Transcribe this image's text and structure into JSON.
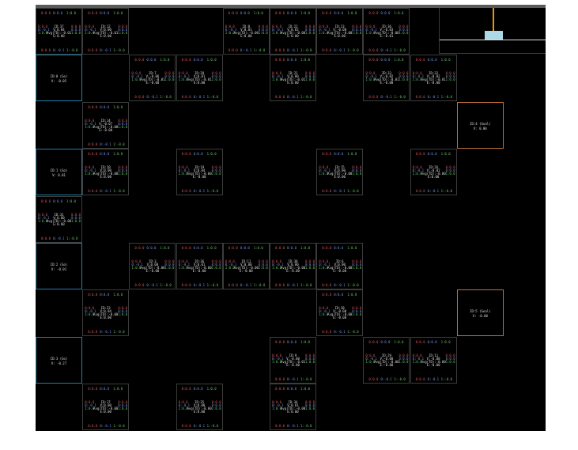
{
  "colors": {
    "q_left": "#d05555",
    "q_mid": "#6f8fe0",
    "q_right": "#66c066",
    "go_border": "#1f7fa8",
    "goal_border": "#c0703a",
    "pole": "#e8960a",
    "cart": "#add8e6"
  },
  "q_default": [
    "0:0.0",
    "0:0.0",
    "1:0.0",
    "0:0.0",
    "0:-0.1",
    "1:0.0",
    "0:0.0",
    "0:0.0",
    "1:0.0",
    "0:0.0",
    "0:-0.1",
    "1:-0.0"
  ],
  "grid": [
    [
      {
        "id": "ID:37",
        "v": "V:0.04",
        "td": "Avg(TD):-0.01",
        "e": "E:0.00"
      },
      {
        "id": "ID:12",
        "v": "V:0.00",
        "td": "Avg(TD):-0.01",
        "e": "E:0.00"
      },
      null,
      null,
      {
        "id": "ID:8",
        "v": "V:0.01",
        "td": "Avg(TD):-0.00",
        "e": "E:0.00"
      },
      {
        "id": "ID:22",
        "v": "V:0.02",
        "td": "Avg(TD):-0.00",
        "e": "E:0.00"
      },
      {
        "id": "ID:23",
        "v": "V:-0.00",
        "td": "Avg(TD):-0.00",
        "e": "E:0.00"
      },
      {
        "id": "ID:36",
        "v": "V:-0.03",
        "td": "Avg(TD):-0.00",
        "e": "E:-0.01"
      },
      null,
      null
    ],
    [
      {
        "special": "go",
        "label": "ID:0 (Go)",
        "v": "V: -0.05"
      },
      null,
      {
        "id": "ID:7",
        "v": "V:-0.06",
        "td": "Avg(TD):-0.01",
        "e": "E:-0.00"
      },
      {
        "id": "ID:28",
        "v": "V:0.01",
        "td": "Avg(TD):-0.01",
        "e": "E:0.00"
      },
      null,
      {
        "id": "ID:21",
        "v": "V:0.00",
        "td": "Avg(TD):-0.01",
        "e": "E:0.00"
      },
      null,
      {
        "id": "ID:33",
        "v": "V:-0.02",
        "td": "Avg(TD):-0.01",
        "e": "E:-0.00"
      },
      {
        "id": "ID:32",
        "v": "V:-0.02",
        "td": "Avg(TD):-0.01",
        "e": "E:-0.00"
      },
      null
    ],
    [
      null,
      {
        "id": "ID:14",
        "v": "V:-0.07",
        "td": "Avg(TD):-0.00",
        "e": "E:-0.00"
      },
      null,
      null,
      null,
      null,
      null,
      null,
      null,
      {
        "special": "goal",
        "label": "ID:4 (Goal)",
        "v": "V: 0.00"
      }
    ],
    [
      {
        "special": "go",
        "label": "ID:1 (Go)",
        "v": "V: 0.01"
      },
      {
        "id": "ID:20",
        "v": "V:0.00",
        "td": "Avg(TD):-0.00",
        "e": "E:0.00"
      },
      null,
      {
        "id": "ID:19",
        "v": "V:0.04",
        "td": "Avg(TD):-0.00",
        "e": "E:-0.00"
      },
      null,
      null,
      {
        "id": "ID:15",
        "v": "V:0.00",
        "td": "Avg(TD):-0.00",
        "e": "E:0.00"
      },
      null,
      {
        "id": "ID:26",
        "v": "V:-0.02",
        "td": "Avg(TD):-0.00",
        "e": "E:0.00"
      },
      null
    ],
    [
      {
        "id": "ID:31",
        "v": "V:0.00",
        "td": "Avg(TD):-0.00",
        "e": "E:0.00"
      },
      null,
      null,
      null,
      null,
      null,
      null,
      null,
      null,
      null
    ],
    [
      {
        "special": "go",
        "label": "ID:2 (Go)",
        "v": "V: -0.01"
      },
      null,
      {
        "id": "ID:3",
        "v": "V:0.00",
        "td": "Avg(TD):-0.00",
        "e": "E:-0.00"
      },
      {
        "id": "ID:36",
        "v": "V:0.01",
        "td": "Avg(TD):-0.00",
        "e": "E:-0.00"
      },
      {
        "id": "ID:11",
        "v": "V:0.00",
        "td": "Avg(TD):-0.00",
        "e": "E:-0.00"
      },
      {
        "id": "ID:30",
        "v": "V:0.00",
        "td": "Avg(TD):-0.00",
        "e": "E:-0.00"
      },
      {
        "id": "ID:6",
        "v": "V:0.00",
        "td": "Avg(TD):-0.00",
        "e": "E:-0.00"
      },
      null,
      null,
      null
    ],
    [
      null,
      {
        "id": "ID:23",
        "v": "V:0.04",
        "td": "Avg(TD):-0.00",
        "e": "E:0.00"
      },
      null,
      null,
      null,
      null,
      {
        "id": "ID:38",
        "v": "V:-0.00",
        "td": "Avg(TD):-0.00",
        "e": "E:-0.00"
      },
      null,
      null,
      {
        "special": "goal",
        "label": "ID:5 (Goal)",
        "v": "V: -0.00"
      }
    ],
    [
      {
        "special": "go",
        "label": "ID:3 (Go)",
        "v": "V: -0.27"
      },
      null,
      null,
      null,
      null,
      {
        "id": "ID:9",
        "v": "V:-0.00",
        "td": "Avg(TD):-0.01",
        "e": "E:-0.00"
      },
      null,
      {
        "id": "ID:29",
        "v": "V:-0.00",
        "td": "Avg(TD):-0.00",
        "e": "E:-0.00"
      },
      {
        "id": "ID:11",
        "v": "V:-0.00",
        "td": "Avg(TD):-0.00",
        "e": "E:-0.00"
      },
      null
    ],
    [
      null,
      {
        "id": "ID:17",
        "v": "V:0.00",
        "td": "Avg(TD):-0.00",
        "e": "E:0.00"
      },
      null,
      {
        "id": "ID:35",
        "v": "V:0.00",
        "td": "Avg(TD):-0.00",
        "e": "E:0.00"
      },
      null,
      {
        "id": "ID:34",
        "v": "V:0.01",
        "td": "Avg(TD):-0.00",
        "e": "E:0.00"
      },
      null,
      null,
      null,
      null
    ]
  ]
}
